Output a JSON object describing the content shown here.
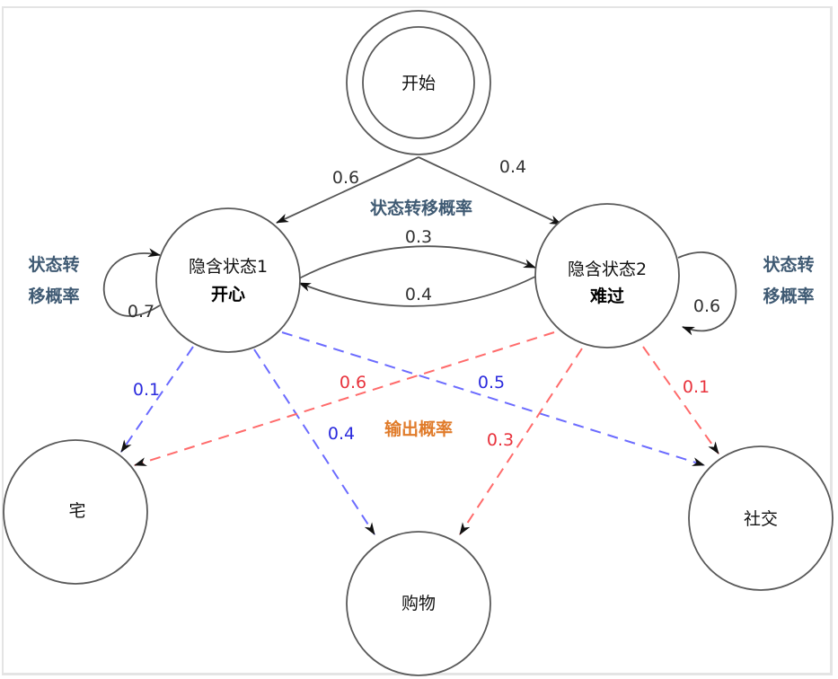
{
  "diagram": {
    "type": "hidden-markov-model",
    "start_node": {
      "id": "start",
      "label": "开始"
    },
    "hidden_states": [
      {
        "id": "s1",
        "label": "隐含状态1",
        "sublabel": "开心"
      },
      {
        "id": "s2",
        "label": "隐含状态2",
        "sublabel": "难过"
      }
    ],
    "observations": [
      {
        "id": "o1",
        "label": "宅"
      },
      {
        "id": "o2",
        "label": "购物"
      },
      {
        "id": "o3",
        "label": "社交"
      }
    ],
    "initial_probabilities": [
      {
        "from": "start",
        "to": "s1",
        "label": "0.6"
      },
      {
        "from": "start",
        "to": "s2",
        "label": "0.4"
      }
    ],
    "transition_probabilities": [
      {
        "from": "s1",
        "to": "s1",
        "label": "0.7"
      },
      {
        "from": "s1",
        "to": "s2",
        "label": "0.3"
      },
      {
        "from": "s2",
        "to": "s1",
        "label": "0.4"
      },
      {
        "from": "s2",
        "to": "s2",
        "label": "0.6"
      }
    ],
    "emission_probabilities": [
      {
        "from": "s1",
        "to": "o1",
        "label": "0.1",
        "color": "#2b2bdd"
      },
      {
        "from": "s1",
        "to": "o2",
        "label": "0.4",
        "color": "#2b2bdd"
      },
      {
        "from": "s1",
        "to": "o3",
        "label": "0.5",
        "color": "#2b2bdd"
      },
      {
        "from": "s2",
        "to": "o1",
        "label": "0.6",
        "color": "#e8323c"
      },
      {
        "from": "s2",
        "to": "o2",
        "label": "0.3",
        "color": "#e8323c"
      },
      {
        "from": "s2",
        "to": "o3",
        "label": "0.1",
        "color": "#e8323c"
      }
    ],
    "annotations": {
      "transition_center": "状态转移概率",
      "transition_left_line1": "状态转",
      "transition_left_line2": "移概率",
      "transition_right_line1": "状态转",
      "transition_right_line2": "移概率",
      "emission": "输出概率"
    },
    "colors": {
      "state_one_emission": "#6b6bff",
      "state_two_emission": "#ff6b6b",
      "annotation_slate": "#3f5a73",
      "annotation_orange": "#e07b2a"
    }
  }
}
